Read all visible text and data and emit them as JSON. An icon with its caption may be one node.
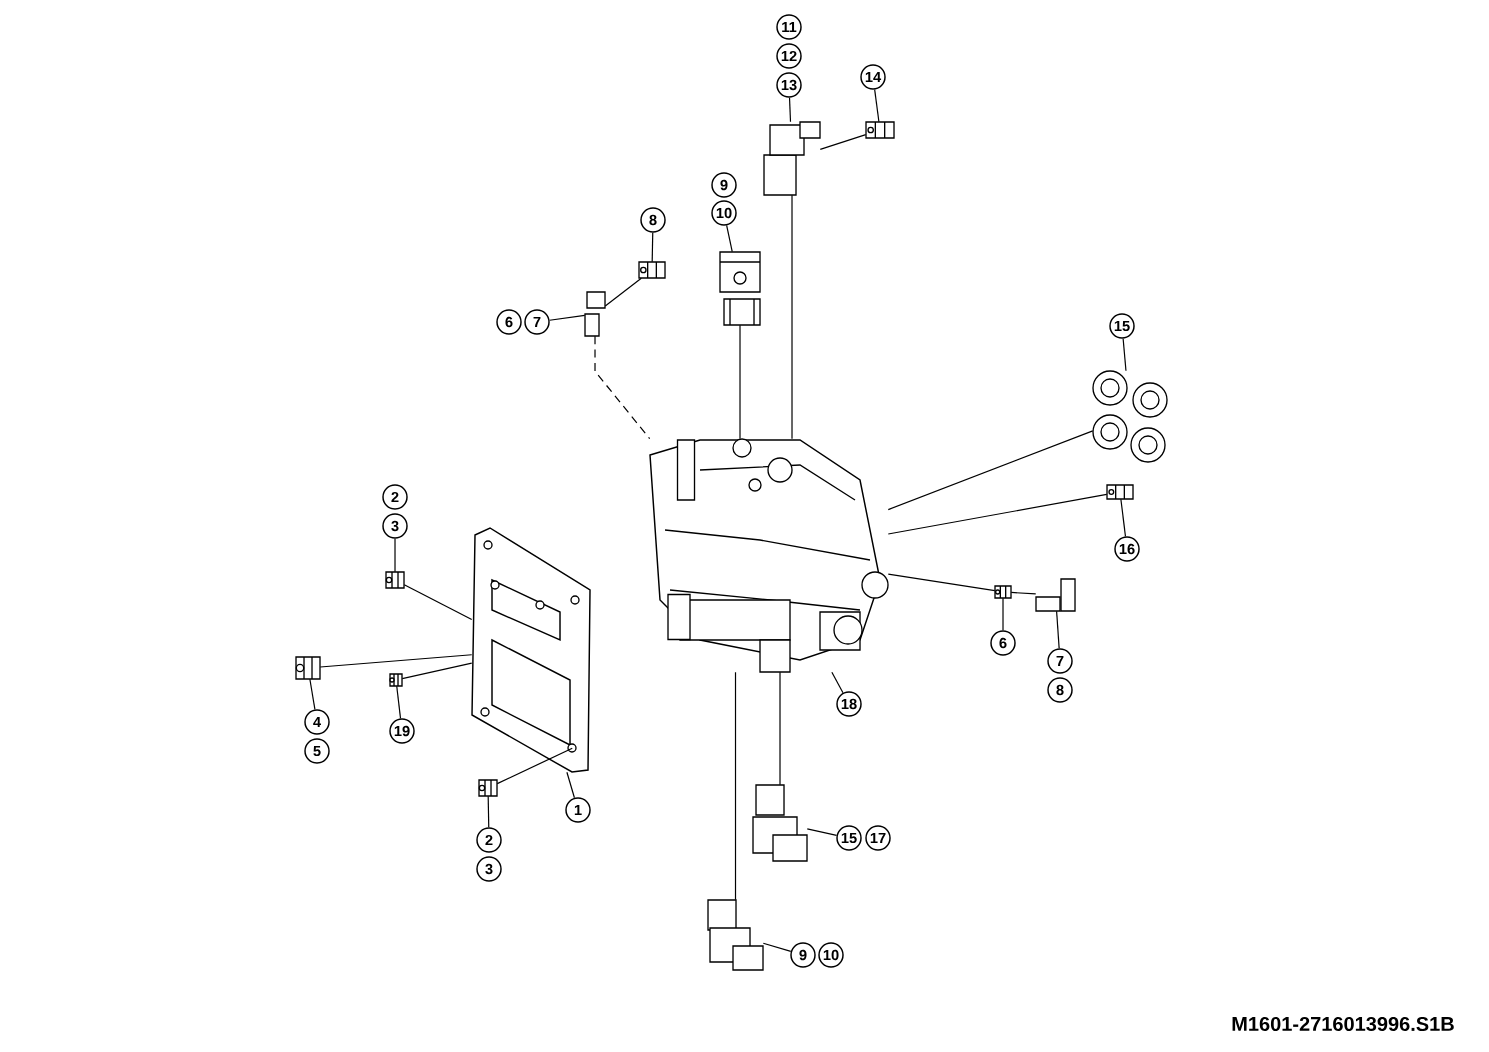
{
  "diagram": {
    "nodes": [
      {
        "text": [
          "11"
        ]
      },
      {
        "text": [
          "12"
        ]
      },
      {
        "text": [
          "13"
        ]
      },
      {
        "text": [
          "14"
        ]
      },
      {
        "text": [
          "9"
        ]
      },
      {
        "text": [
          "10"
        ]
      },
      {
        "text": [
          "8"
        ]
      },
      {
        "text": [
          "15"
        ]
      },
      {
        "text": [
          "6"
        ]
      },
      {
        "text": [
          "7"
        ]
      },
      {
        "text": [
          "2"
        ]
      },
      {
        "text": [
          "3"
        ]
      },
      {
        "text": [
          "16"
        ]
      },
      {
        "text": [
          "6"
        ]
      },
      {
        "text": [
          "7"
        ]
      },
      {
        "text": [
          "8"
        ]
      },
      {
        "text": [
          "18"
        ]
      },
      {
        "text": [
          "4"
        ]
      },
      {
        "text": [
          "5"
        ]
      },
      {
        "text": [
          "19"
        ]
      },
      {
        "text": [
          "1"
        ]
      },
      {
        "text": [
          "2"
        ]
      },
      {
        "text": [
          "3"
        ]
      },
      {
        "text": [
          "15"
        ]
      },
      {
        "text": [
          "17"
        ]
      },
      {
        "text": [
          "9"
        ]
      },
      {
        "text": [
          "10"
        ]
      },
      {
        "text": [],
        "shape": "picture"
      },
      {
        "text": [],
        "shape": "picture"
      },
      {
        "text": [],
        "shape": "picture"
      },
      {
        "text": [],
        "shape": "picture"
      },
      {
        "text": [],
        "shape": "picture"
      },
      {
        "text": [],
        "shape": "picture"
      },
      {
        "text": [],
        "shape": "picture"
      },
      {
        "text": [],
        "shape": "picture"
      },
      {
        "text": [],
        "shape": "picture"
      },
      {
        "text": [],
        "shape": "picture"
      },
      {
        "text": [],
        "shape": "picture"
      },
      {
        "text": [],
        "shape": "picture"
      },
      {
        "text": [],
        "shape": "picture"
      },
      {
        "text": [],
        "shape": "picture"
      },
      {
        "text": [],
        "shape": "picture"
      },
      {
        "text": [],
        "shape": "picture"
      },
      {
        "text": [],
        "shape": "picture"
      }
    ],
    "edges": [
      {
        "from": 2,
        "to": 27,
        "arrow": "none"
      },
      {
        "from": 3,
        "to": 28,
        "arrow": "none"
      },
      {
        "from": 5,
        "to": 29,
        "arrow": "none"
      },
      {
        "from": 6,
        "to": 30,
        "arrow": "none"
      },
      {
        "from": 7,
        "to": 32,
        "arrow": "none"
      },
      {
        "from": 9,
        "to": 31,
        "arrow": "none"
      },
      {
        "from": 11,
        "to": 37,
        "arrow": "none"
      },
      {
        "from": 12,
        "to": 33,
        "arrow": "none"
      },
      {
        "from": 13,
        "to": 34,
        "arrow": "none"
      },
      {
        "from": 14,
        "to": 35,
        "arrow": "none"
      },
      {
        "from": 16,
        "to": 36,
        "arrow": "none"
      },
      {
        "from": 17,
        "to": 38,
        "arrow": "none"
      },
      {
        "from": 19,
        "to": 39,
        "arrow": "none"
      },
      {
        "from": 20,
        "to": 40,
        "arrow": "none"
      },
      {
        "from": 21,
        "to": 41,
        "arrow": "none"
      },
      {
        "from": 23,
        "to": 42,
        "arrow": "none"
      },
      {
        "from": 25,
        "to": 43,
        "arrow": "none"
      },
      {
        "from": 27,
        "to": 36,
        "arrow": "none"
      },
      {
        "from": 28,
        "to": 27,
        "arrow": "none"
      },
      {
        "from": 29,
        "to": 36,
        "arrow": "none"
      },
      {
        "from": 30,
        "to": 31,
        "arrow": "none"
      },
      {
        "from": 31,
        "to": 36,
        "arrow": "none",
        "style": "dashed"
      },
      {
        "from": 32,
        "to": 36,
        "arrow": "none"
      },
      {
        "from": 33,
        "to": 36,
        "arrow": "none"
      },
      {
        "from": 34,
        "to": 36,
        "arrow": "none"
      },
      {
        "from": 35,
        "to": 34,
        "arrow": "none"
      },
      {
        "from": 37,
        "to": 40,
        "arrow": "none"
      },
      {
        "from": 38,
        "to": 40,
        "arrow": "none"
      },
      {
        "from": 39,
        "to": 40,
        "arrow": "none"
      },
      {
        "from": 41,
        "to": 40,
        "arrow": "none"
      },
      {
        "from": 42,
        "to": 36,
        "arrow": "none"
      },
      {
        "from": 43,
        "to": 36,
        "arrow": "none"
      }
    ],
    "labels": [
      "M1601-2716013996.S1B"
    ]
  }
}
